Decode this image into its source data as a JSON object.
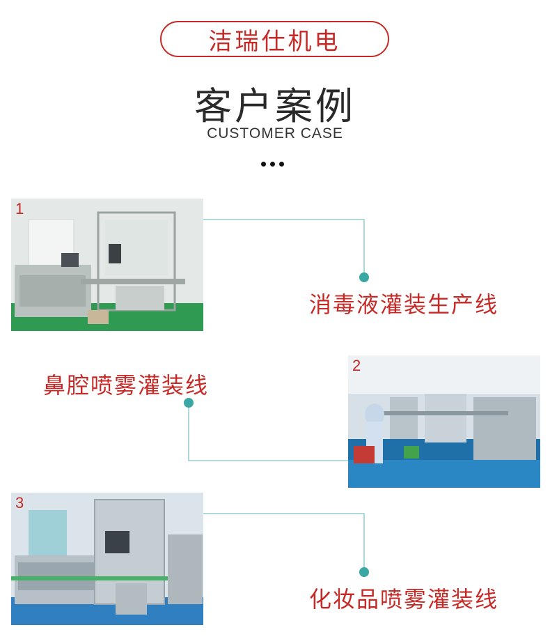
{
  "brand": "洁瑞仕机电",
  "title": "客户案例",
  "subtitle": "CUSTOMER CASE",
  "cases": [
    {
      "number": "1",
      "label": "消毒液灌装生产线"
    },
    {
      "number": "2",
      "label": "鼻腔喷雾灌装线"
    },
    {
      "number": "3",
      "label": "化妆品喷雾灌装线"
    }
  ],
  "colors": {
    "accent": "#c52a26",
    "connector": "#7fc3c3",
    "dot": "#3aa7a2"
  }
}
